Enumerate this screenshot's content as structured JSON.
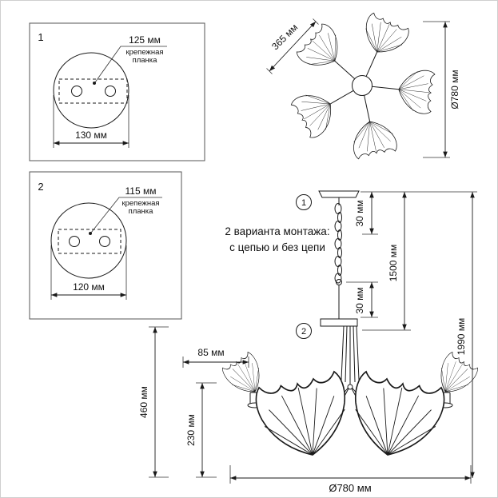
{
  "colors": {
    "ink": "#1a1a1a",
    "frame": "#cfcfcf"
  },
  "panel1": {
    "number": "1",
    "hole_pitch": "125 мм",
    "plate_label_line1": "крепежная",
    "plate_label_line2": "планка",
    "base_width": "130 мм"
  },
  "panel2": {
    "number": "2",
    "hole_pitch": "115 мм",
    "plate_label_line1": "крепежная",
    "plate_label_line2": "планка",
    "base_width": "120 мм"
  },
  "top_view": {
    "shade_width": "365 мм",
    "diameter": "Ø780 мм"
  },
  "side_view": {
    "marker_with_chain": "1",
    "marker_without_chain": "2",
    "note_line1": "2 варианта монтажа:",
    "note_line2": "с цепью и без цепи",
    "canopy_height": "30 мм",
    "lower_canopy_height": "30 мм",
    "max_height": "1500 мм",
    "total_height": "1990 мм",
    "shade_offset": "85 мм",
    "shade_height": "230 мм",
    "body_height": "460 мм",
    "diameter": "Ø780 мм"
  }
}
